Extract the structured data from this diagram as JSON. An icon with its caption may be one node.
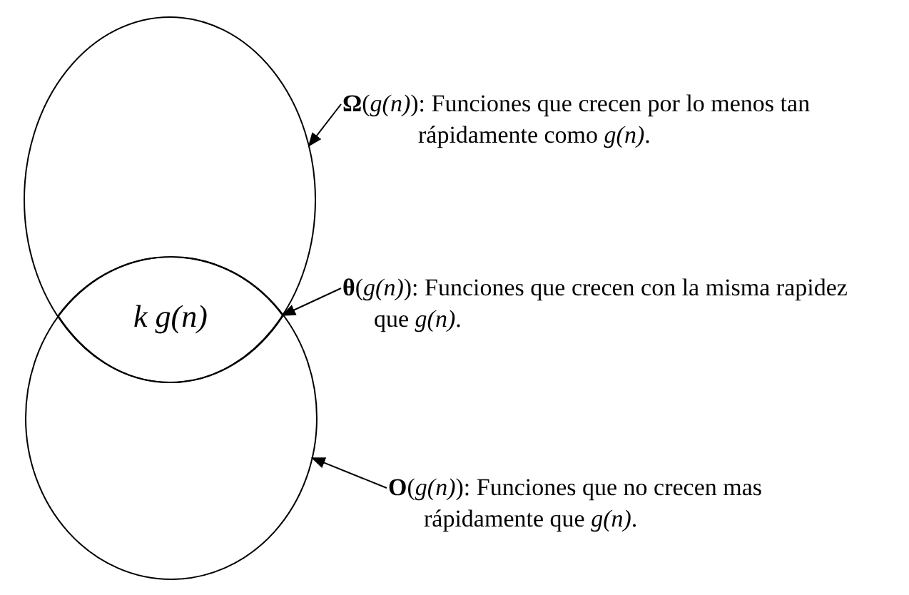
{
  "diagram": {
    "nodes": [
      {
        "text": [],
        "shape": "circle"
      },
      {
        "text": [],
        "shape": "circle"
      },
      {
        "text": [
          "k g(n)"
        ]
      },
      {
        "text": [
          "**Ω**(*g(n)*): Funciones que crecen por lo menos tan rápidamente como *g(n)*."
        ]
      },
      {
        "text": [
          "**θ**(*g(n)*): Funciones que crecen con la misma rapidez que *g(n)*."
        ]
      },
      {
        "text": [
          "**O**(*g(n)*): Funciones que no crecen mas rápidamente que *g(n)*."
        ]
      }
    ],
    "edges": [
      {
        "from": 3,
        "to": 0,
        "arrow": "to"
      },
      {
        "from": 4,
        "to": 2,
        "arrow": "to"
      },
      {
        "from": 5,
        "to": 1,
        "arrow": "to"
      }
    ]
  }
}
